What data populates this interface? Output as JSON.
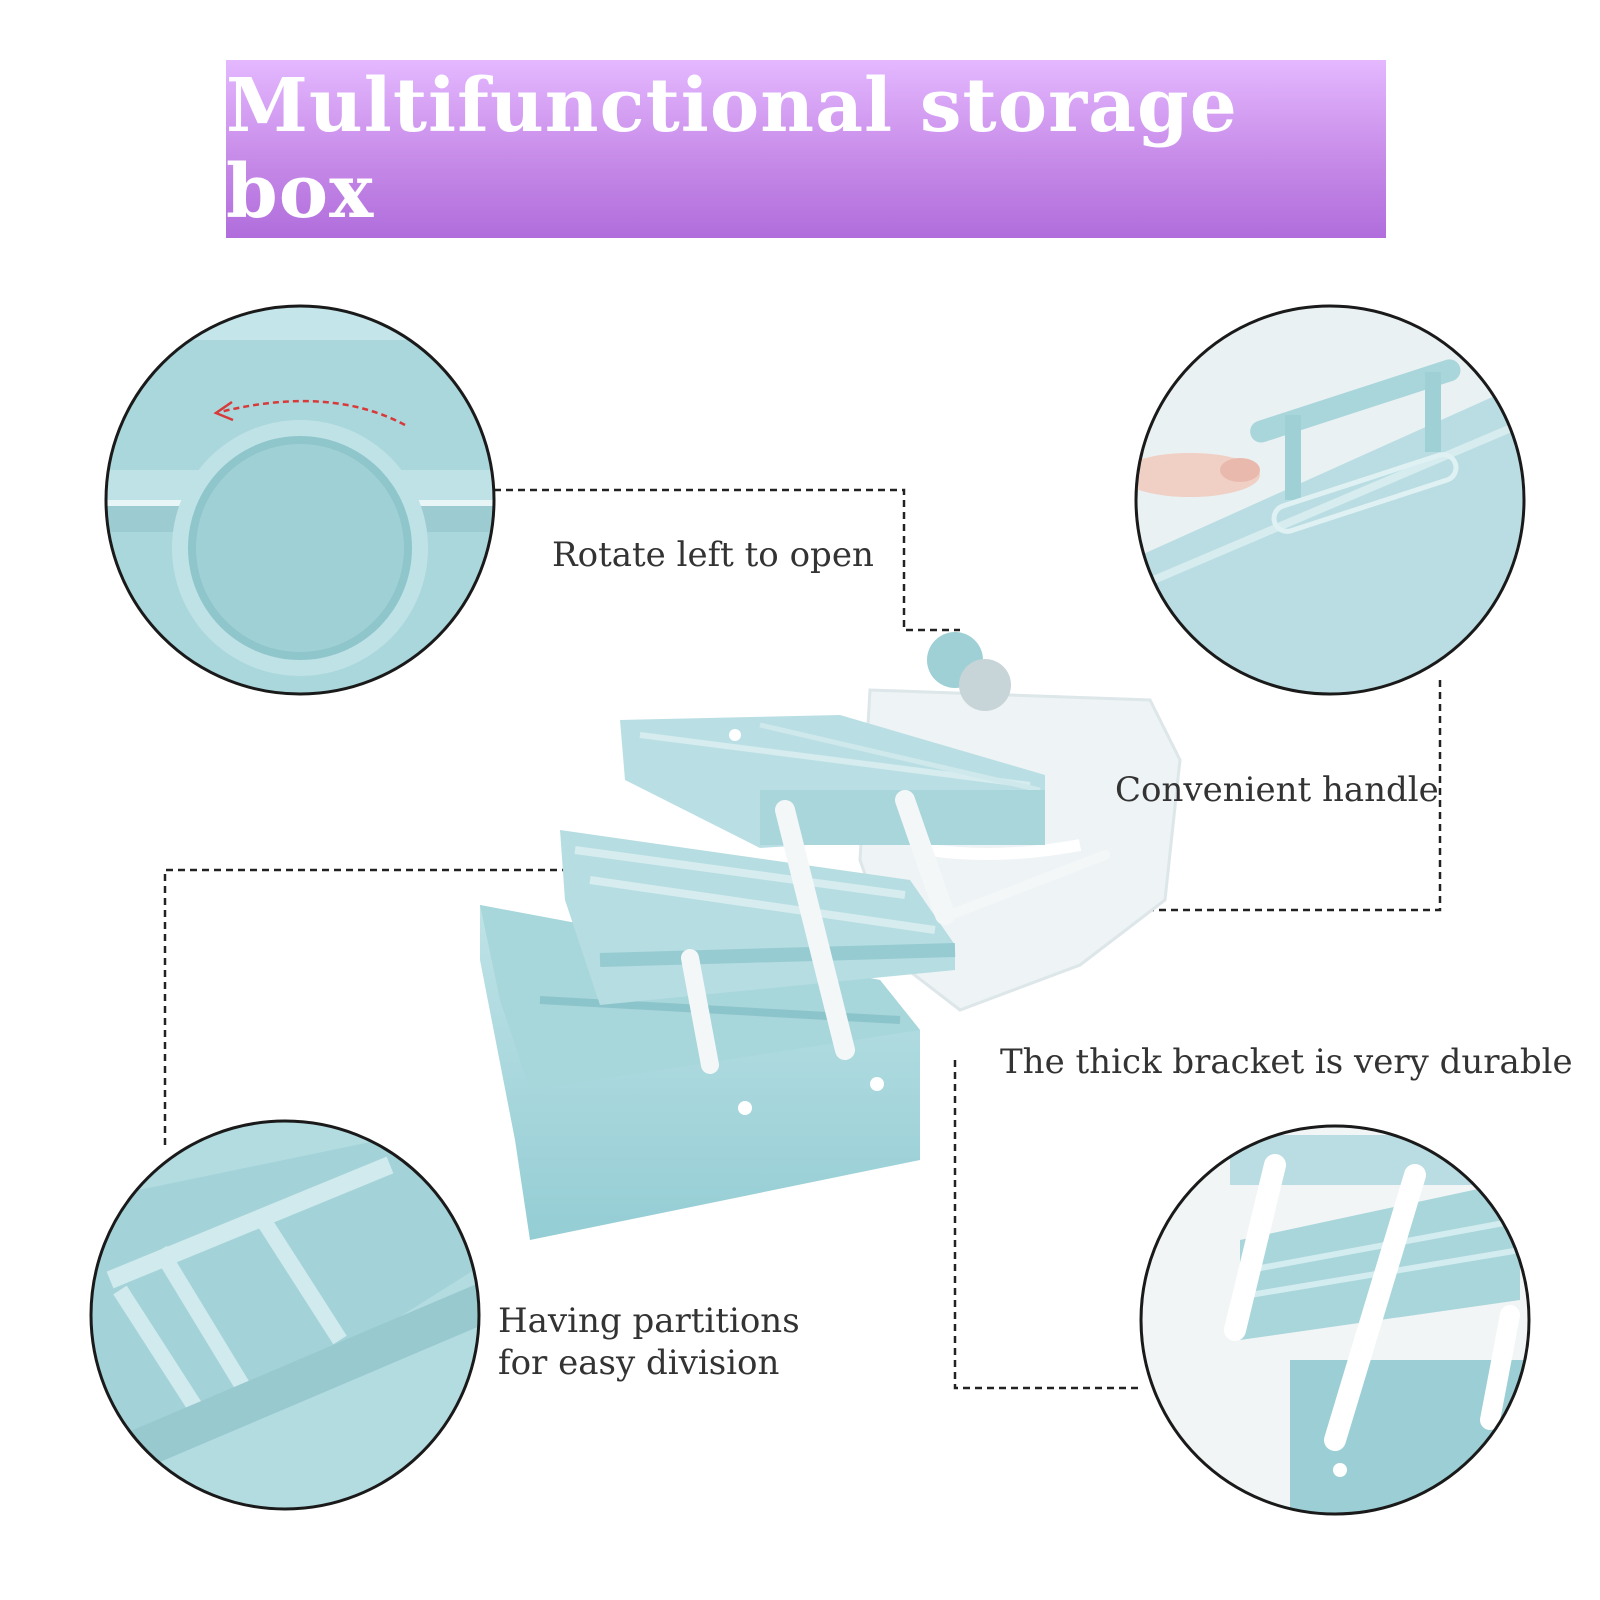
{
  "banner": {
    "title": "Multifunctional storage box",
    "gradient_top": "#e4b8ff",
    "gradient_bottom": "#b06ddc"
  },
  "callouts": {
    "rotate": "Rotate left to open",
    "handle": "Convenient handle",
    "bracket": "The thick bracket is very durable",
    "partitions_line1": "Having partitions",
    "partitions_line2": "for easy division"
  },
  "colors": {
    "box_blue": "#a9d9de",
    "box_blue_dark": "#7fbfc6",
    "bracket_white": "#f4f7f8",
    "lid_clear": "#eef3f5",
    "arrow_red": "#d83a3a",
    "text": "#333333"
  },
  "icons": [
    "rotate-arrow-icon"
  ]
}
